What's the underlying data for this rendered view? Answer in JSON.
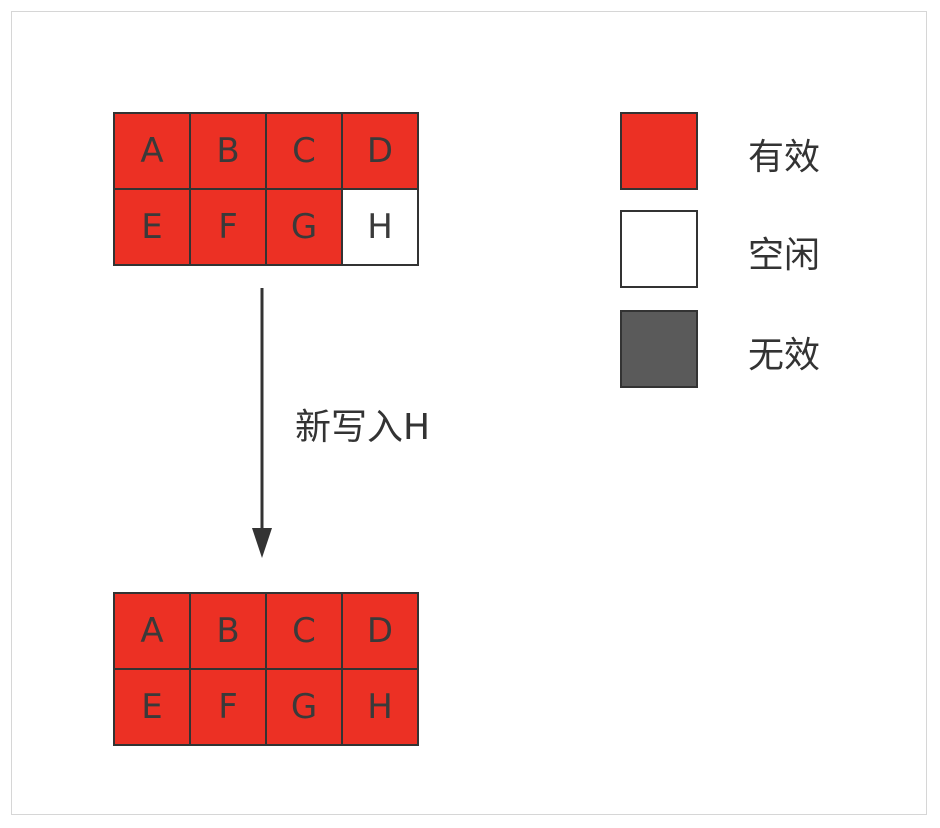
{
  "before": {
    "cells": [
      {
        "label": "A",
        "state": "valid"
      },
      {
        "label": "B",
        "state": "valid"
      },
      {
        "label": "C",
        "state": "valid"
      },
      {
        "label": "D",
        "state": "valid"
      },
      {
        "label": "E",
        "state": "valid"
      },
      {
        "label": "F",
        "state": "valid"
      },
      {
        "label": "G",
        "state": "valid"
      },
      {
        "label": "H",
        "state": "free"
      }
    ]
  },
  "after": {
    "cells": [
      {
        "label": "A",
        "state": "valid"
      },
      {
        "label": "B",
        "state": "valid"
      },
      {
        "label": "C",
        "state": "valid"
      },
      {
        "label": "D",
        "state": "valid"
      },
      {
        "label": "E",
        "state": "valid"
      },
      {
        "label": "F",
        "state": "valid"
      },
      {
        "label": "G",
        "state": "valid"
      },
      {
        "label": "H",
        "state": "valid"
      }
    ]
  },
  "arrow": {
    "label": "新写入H"
  },
  "legend": {
    "items": [
      {
        "label": "有效",
        "state": "valid",
        "color": "#ec3024"
      },
      {
        "label": "空闲",
        "state": "free",
        "color": "#ffffff"
      },
      {
        "label": "无效",
        "state": "invalid",
        "color": "#5a5a5a"
      }
    ]
  },
  "colors": {
    "valid": "#ec3024",
    "free": "#ffffff",
    "invalid": "#5a5a5a",
    "border": "#333333"
  }
}
